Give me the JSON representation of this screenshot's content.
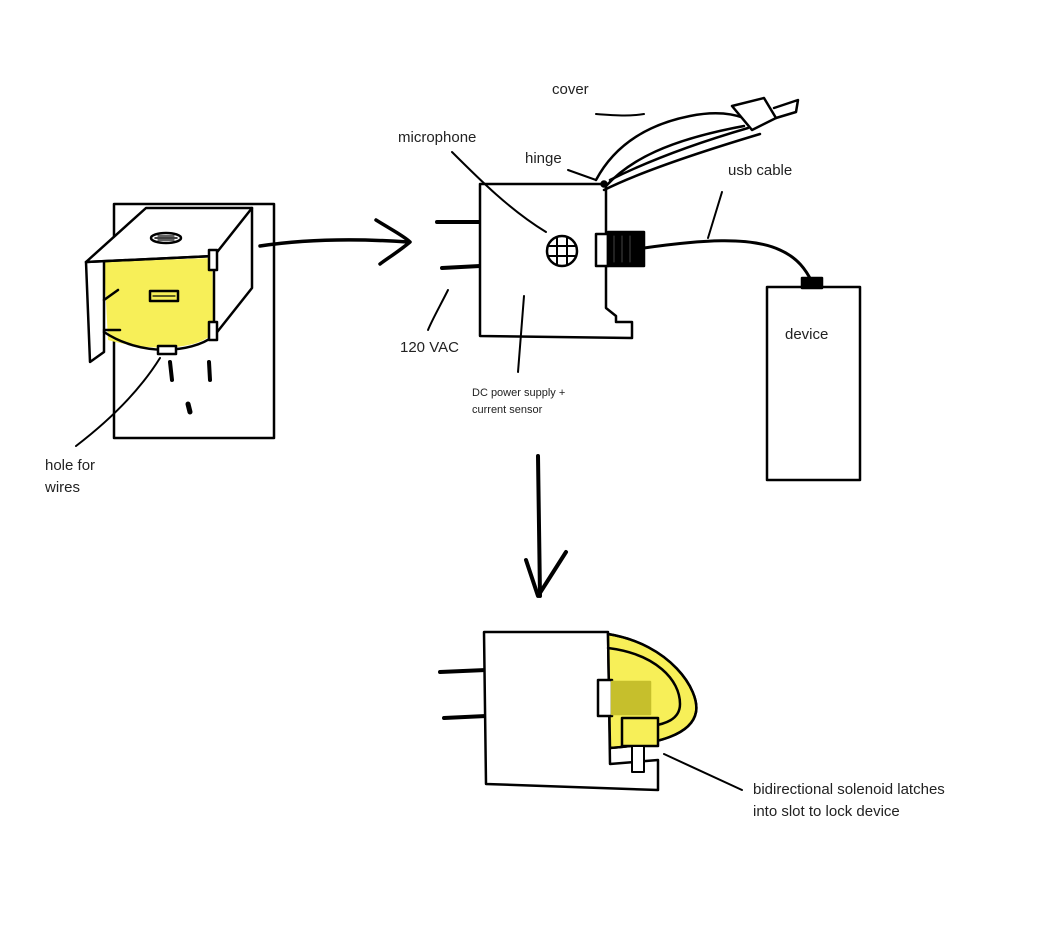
{
  "colors": {
    "ink": "#000000",
    "text": "#222222",
    "highlight": "#f7ef58",
    "highlight_dark": "#c6bf2c",
    "background": "#ffffff"
  },
  "labels": {
    "cover": "cover",
    "microphone": "microphone",
    "hinge": "hinge",
    "usb_cable": "usb cable",
    "device": "device",
    "vac": "120 VAC",
    "power_supply": "DC  power supply +\n    current sensor",
    "hole_for_wires": "hole for\nwires",
    "solenoid": "bidirectional solenoid latches\ninto slot to lock device"
  },
  "icons": {
    "microphone": "microphone-grille-icon",
    "usb_plug": "usb-plug-icon",
    "outlet": "wall-outlet-icon"
  }
}
